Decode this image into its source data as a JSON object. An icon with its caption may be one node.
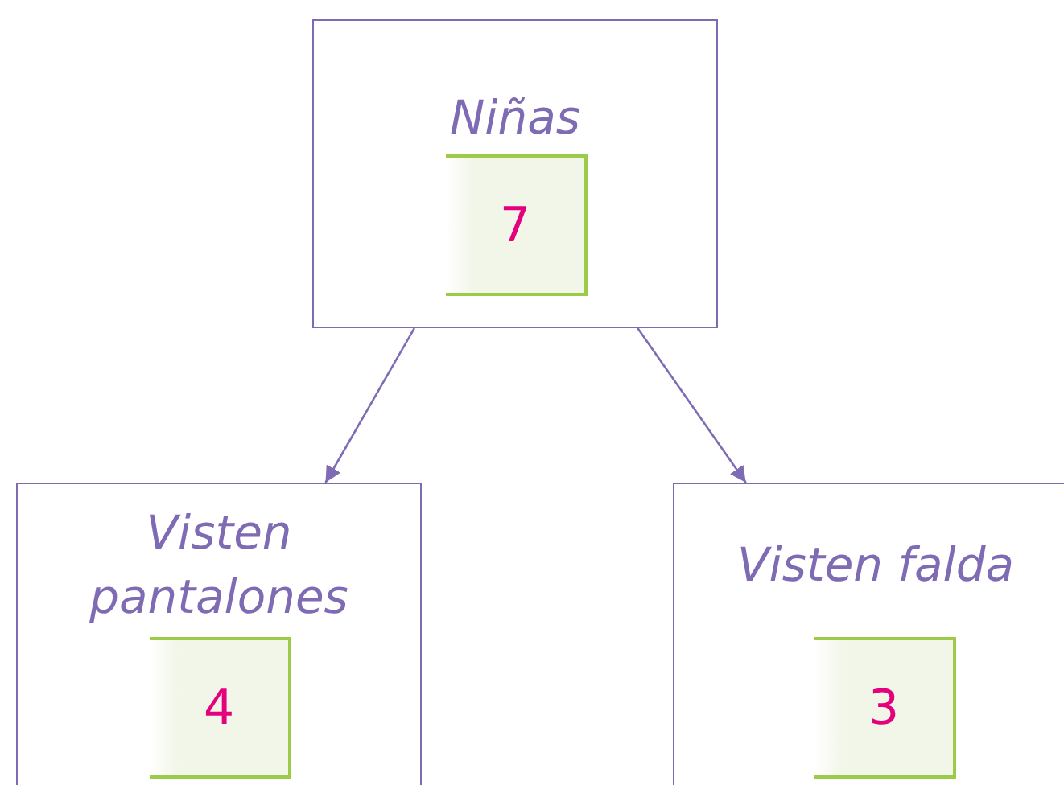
{
  "diagram": {
    "nodes": [
      {
        "text": [
          "Niñas"
        ]
      },
      {
        "text": [
          "7"
        ],
        "in": 0
      },
      {
        "text": [
          "Visten pantalones"
        ]
      },
      {
        "text": [
          "4"
        ],
        "in": 2
      },
      {
        "text": [
          "Visten falda"
        ]
      },
      {
        "text": [
          "3"
        ],
        "in": 4
      }
    ],
    "edges": [
      {
        "from": 0,
        "to": 2,
        "arrow": "to"
      },
      {
        "from": 0,
        "to": 4,
        "arrow": "to"
      }
    ]
  }
}
